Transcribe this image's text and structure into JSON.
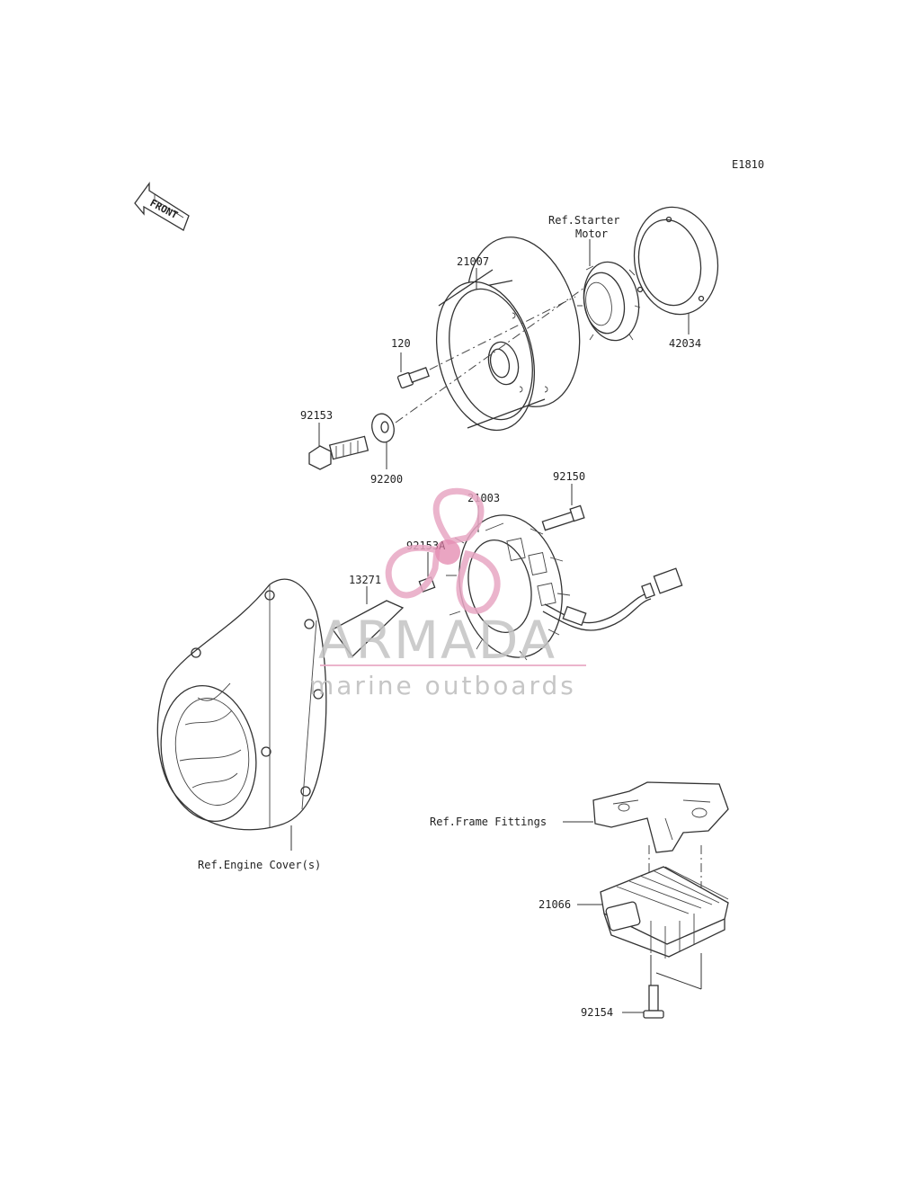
{
  "diagram_code": "E1810",
  "front_label": "FRONT",
  "parts": {
    "p21007": "21007",
    "p120": "120",
    "p92153": "92153",
    "p92200": "92200",
    "p42034": "42034",
    "p92150": "92150",
    "p21003": "21003",
    "p92153A": "92153A",
    "p13271": "13271",
    "p21066": "21066",
    "p92154": "92154"
  },
  "refs": {
    "starter_line1": "Ref.Starter",
    "starter_line2": "Motor",
    "engine_cover": "Ref.Engine Cover(s)",
    "frame_fittings": "Ref.Frame Fittings"
  },
  "watermark": {
    "brand": "ARMADA",
    "tagline": "marine outboards",
    "brand_color": "#c9c9c9",
    "accent_color": "#e8a7c4"
  }
}
